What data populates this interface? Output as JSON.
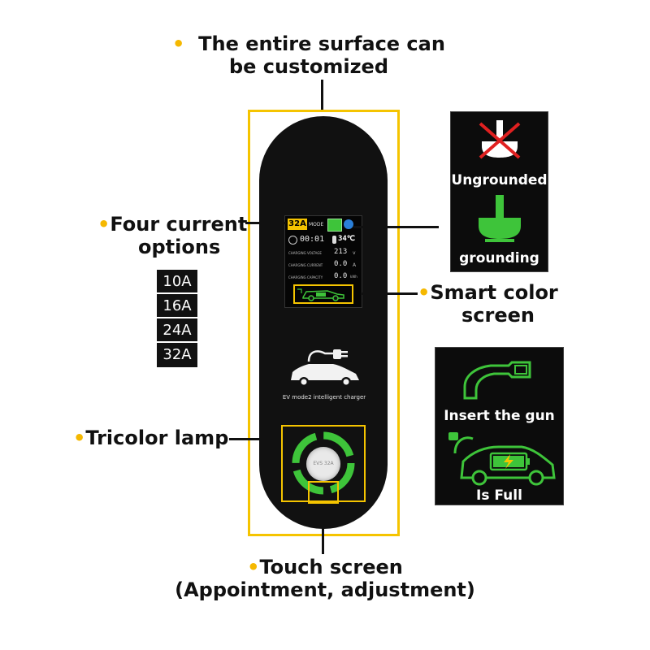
{
  "labels": {
    "surface_line1": "The entire surface can",
    "surface_line2": "be customized",
    "current_line1": "Four current",
    "current_line2": "options",
    "smart_line1": "Smart color",
    "smart_line2": "screen",
    "tricolor": "Tricolor lamp",
    "touch_line1": "Touch screen",
    "touch_line2": "(Appointment, adjustment)"
  },
  "bullet": "•",
  "current_options": [
    "10A",
    "16A",
    "24A",
    "32A"
  ],
  "screen": {
    "amp": "32A",
    "mode": "MODE",
    "timer": "00:01",
    "temperature": "34℃",
    "rows": [
      {
        "label": "CHARGING VOLTAGE",
        "value": "213",
        "unit": "v"
      },
      {
        "label": "CHARGING CURRENT",
        "value": "0.0",
        "unit": "A"
      },
      {
        "label": "CHARGING CAPACITY",
        "value": "0.0",
        "unit": "kWh"
      }
    ]
  },
  "device_caption": "EV mode2 intelligent charger",
  "touch_button_text": "EVS 32A",
  "status_panel_top": {
    "ungrounded": "Ungrounded",
    "grounding": "grounding"
  },
  "status_panel_bottom": {
    "insert": "Insert the gun",
    "full": "Is Full"
  },
  "colors": {
    "frame": "#f5c400",
    "bullet": "#f5b800",
    "green": "#3ec43a",
    "red": "#e02020"
  }
}
